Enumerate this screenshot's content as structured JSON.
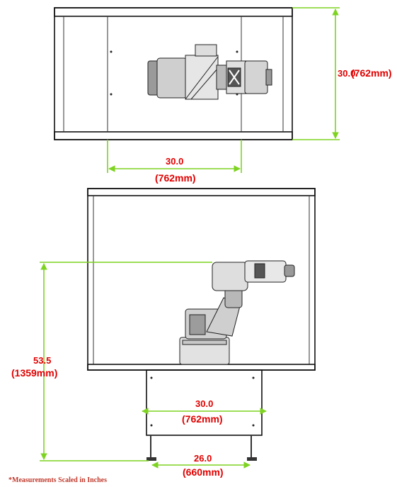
{
  "top_view": {
    "depth_value": "30.0",
    "depth_metric": "(762mm)",
    "width_value": "30.0",
    "width_metric": "(762mm)"
  },
  "front_view": {
    "height_value": "53.5",
    "height_metric": "(1359mm)",
    "stand_width_value": "30.0",
    "stand_width_metric": "(762mm)",
    "feet_width_value": "26.0",
    "feet_width_metric": "(660mm)"
  },
  "note": "*Measurements Scaled in Inches",
  "colors": {
    "dimension_line": "#7ed321",
    "dimension_text": "#e00000",
    "frame": "#111111"
  }
}
